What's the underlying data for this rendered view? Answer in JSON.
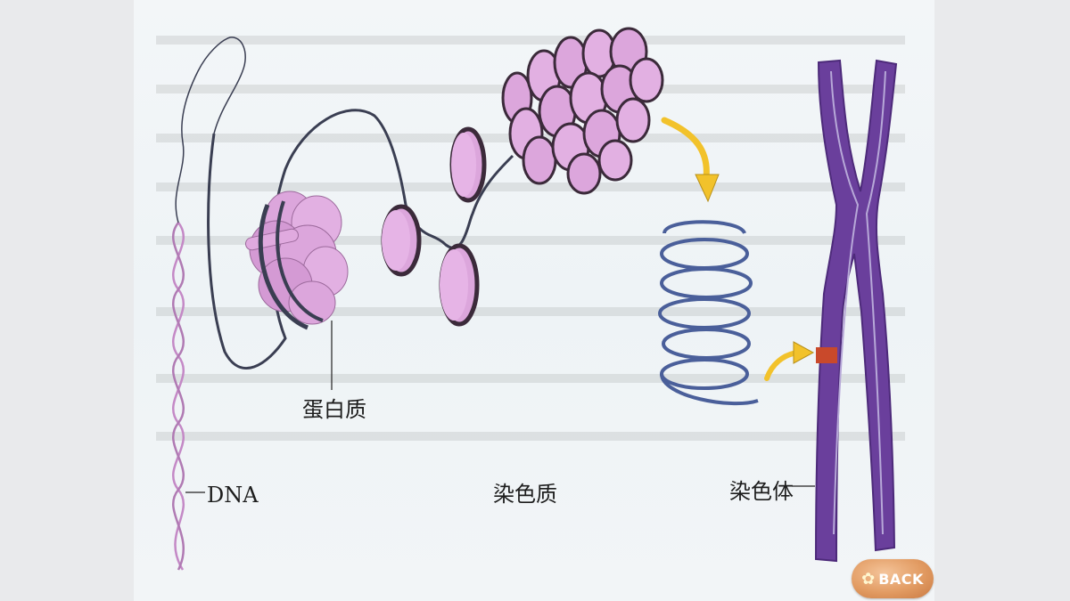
{
  "labels": {
    "dna": "DNA",
    "protein": "蛋白质",
    "chromatin": "染色质",
    "chromosome": "染色体"
  },
  "nav": {
    "back_label": "BACK",
    "back_icon": "flower-icon"
  },
  "colors": {
    "dna_helix": "#c489c6",
    "histone": "#dca6dc",
    "histone_dark": "#3b2a3a",
    "fiber": "#3a3e52",
    "chromatin_coil": "#4a5f9a",
    "chromosome": "#6a3f9c",
    "gene_band": "#c9492b",
    "arrow": "#f2c22b"
  }
}
